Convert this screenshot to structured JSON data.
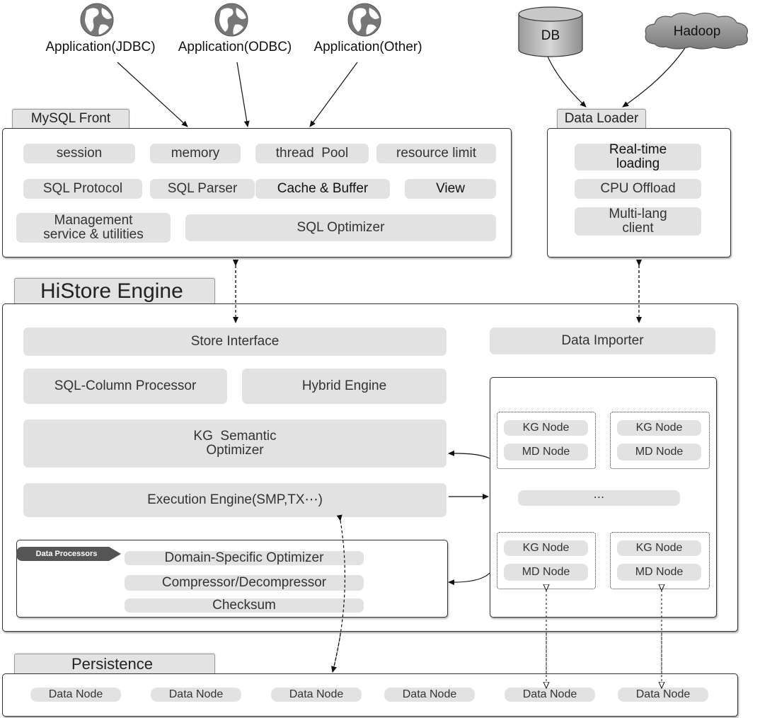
{
  "applications": [
    "Application(JDBC)",
    "Application(ODBC)",
    "Application(Other)"
  ],
  "sources": {
    "db": "DB",
    "hadoop": "Hadoop"
  },
  "mysql_front": {
    "title": "MySQL Front",
    "row1": [
      "session",
      "memory",
      "thread  Pool",
      "resource limit"
    ],
    "row2": [
      "SQL Protocol",
      "SQL Parser",
      "Cache & Buffer",
      "View"
    ],
    "management": "Management service & utilities",
    "optimizer": "SQL Optimizer"
  },
  "data_loader": {
    "title": "Data Loader",
    "items": [
      "Real-time loading",
      "CPU Offload",
      "Multi-lang client"
    ]
  },
  "histore": {
    "title": "HiStore Engine",
    "store_interface": "Store Interface",
    "data_importer": "Data Importer",
    "sql_column_processor": "SQL-Column Processor",
    "hybrid_engine": "Hybrid Engine",
    "kg_semantic_optimizer": "KG  Semantic Optimizer",
    "execution_engine": "Execution Engine(SMP,TX⋯)",
    "data_processors": {
      "tag": "Data Processors",
      "items": [
        "Domain-Specific Optimizer",
        "Compressor/Decompressor",
        "Checksum"
      ]
    },
    "cluster": {
      "kg_node": "KG Node",
      "md_node": "MD Node",
      "ellipsis": "⋯"
    }
  },
  "persistence": {
    "title": "Persistence",
    "data_node": "Data Node"
  }
}
